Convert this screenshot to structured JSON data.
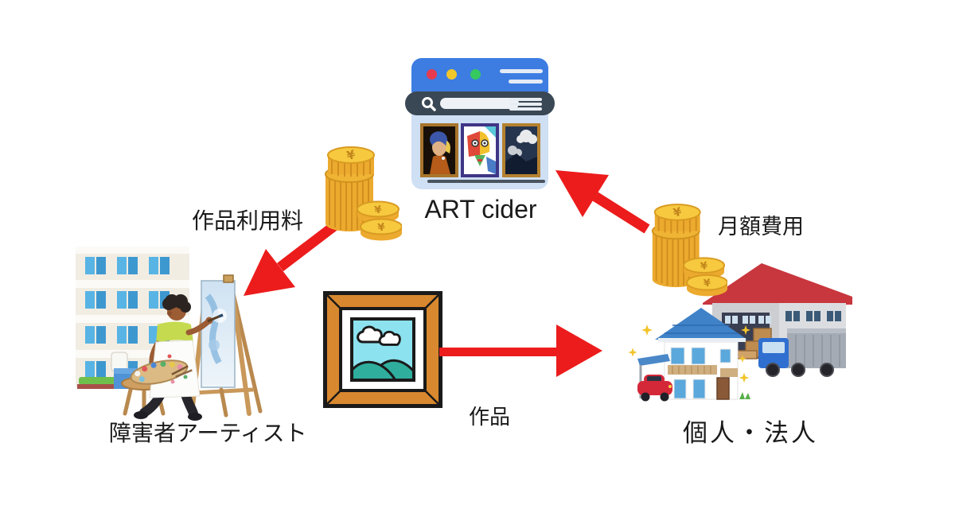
{
  "platform": {
    "label": "ART cider",
    "browser": {
      "traffic_light_colors": [
        "#e63a4f",
        "#f2c72a",
        "#35c95f"
      ],
      "artwork_thumbnails": [
        "pearl-earring-portrait",
        "cubist-face-painting",
        "dark-clouds-painting"
      ]
    }
  },
  "actors": {
    "artist": {
      "label": "障害者アーティスト",
      "illustration": "artist-painting-at-easel-with-building"
    },
    "customer": {
      "label": "個人・法人",
      "illustration": "house-warehouse-truck"
    }
  },
  "flows": [
    {
      "label": "作品利用料",
      "from": "ART cider",
      "to": "障害者アーティスト",
      "icon": "coin-stack"
    },
    {
      "label": "作品",
      "from": "障害者アーティスト",
      "to": "個人・法人",
      "icon": "framed-picture"
    },
    {
      "label": "月額費用",
      "from": "個人・法人",
      "to": "ART cider",
      "icon": "coin-stack"
    }
  ],
  "colors": {
    "background": "#ffffff",
    "arrow_red": "#ec1c1c",
    "coin_top_gold": "#f7c93f",
    "coin_body_gold": "#ecaa2e",
    "browser_header_blue": "#3d7de2",
    "browser_toolbar_dark": "#3a4754",
    "browser_body_blue": "#cfdff4",
    "picture_frame_wood": "#d8882e",
    "text": "#1a1a1a"
  }
}
